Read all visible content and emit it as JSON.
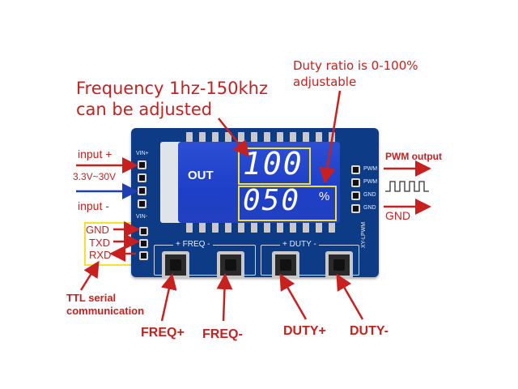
{
  "callouts": {
    "frequency_line1": "Frequency 1hz-150khz",
    "frequency_line2": "can be adjusted",
    "duty_line1": "Duty ratio is 0-100%",
    "duty_line2": "adjustable",
    "input_plus": "input +",
    "voltage": "3.3V~30V",
    "input_minus": "input -",
    "gnd_left": "GND",
    "txd": "TXD",
    "rxd": "RXD",
    "ttl_line1": "TTL serial",
    "ttl_line2": "communication",
    "pwm_output": "PWM output",
    "gnd_right": "GND",
    "freq_plus": "FREQ+",
    "freq_minus": "FREQ-",
    "duty_plus": "DUTY+",
    "duty_minus": "DUTY-"
  },
  "board": {
    "vin_plus": "VIN+",
    "vin_minus": "VIN-",
    "pin_pwm1": "PWM",
    "pin_pwm2": "PWM",
    "pin_gnd1": "GND",
    "pin_gnd2": "GND",
    "freq_group": "+ FREQ -",
    "duty_group": "+ DUTY -",
    "model": "XY-LPWM"
  },
  "lcd": {
    "out_label": "OUT",
    "frequency_value": "100",
    "duty_value": "050",
    "percent_symbol": "%"
  },
  "colors": {
    "annotation_red": "#c8201e",
    "pcb_blue": "#0d3b86",
    "lcd_blue": "#2443cc",
    "ttl_box": "#f2e22a",
    "input_minus_arrow": "#1f3fb0"
  }
}
